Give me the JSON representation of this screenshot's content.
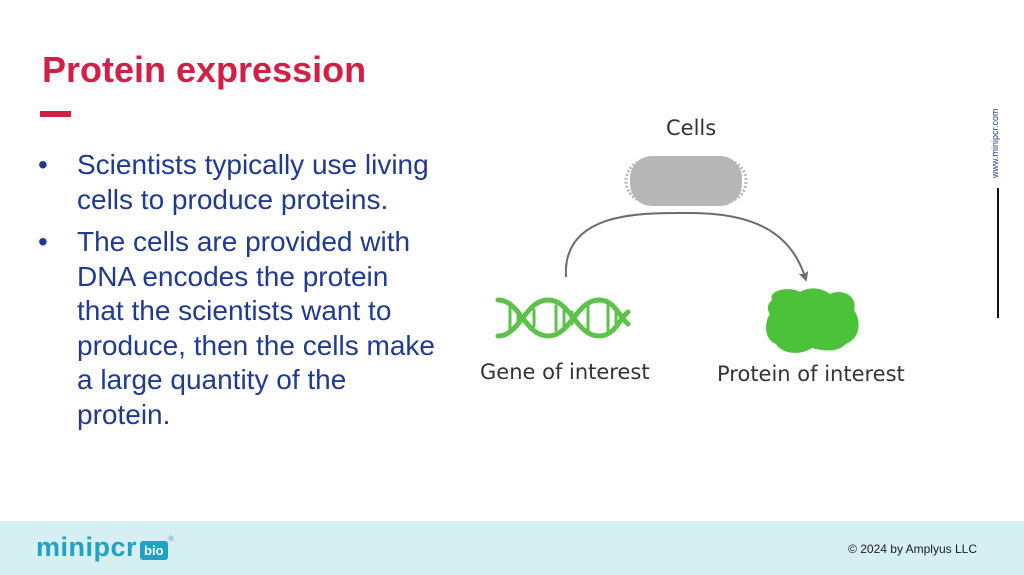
{
  "slide": {
    "title": "Protein expression",
    "bullets": [
      "Scientists typically use living cells to produce proteins.",
      "The cells are provided with DNA encodes the protein that the scientists want to produce, then the cells make a large quantity of the protein."
    ],
    "bullet_marker": "•"
  },
  "diagram": {
    "cells_label": "Cells",
    "gene_label": "Gene of interest",
    "protein_label": "Protein of interest",
    "colors": {
      "cell": "#a9a9a9",
      "dna": "#5cc24a",
      "protein": "#4cc23a",
      "arrow": "#6b6b6b"
    }
  },
  "side": {
    "url": "www.minipcr.com"
  },
  "footer": {
    "logo_text": "minipcr",
    "logo_badge": "bio",
    "logo_reg": "®",
    "copyright": "© 2024 by Amplyus LLC",
    "background": "#d6eff2"
  },
  "colors": {
    "title": "#d21f46",
    "body_text": "#1f3a8f",
    "brand": "#1fa3c2"
  }
}
